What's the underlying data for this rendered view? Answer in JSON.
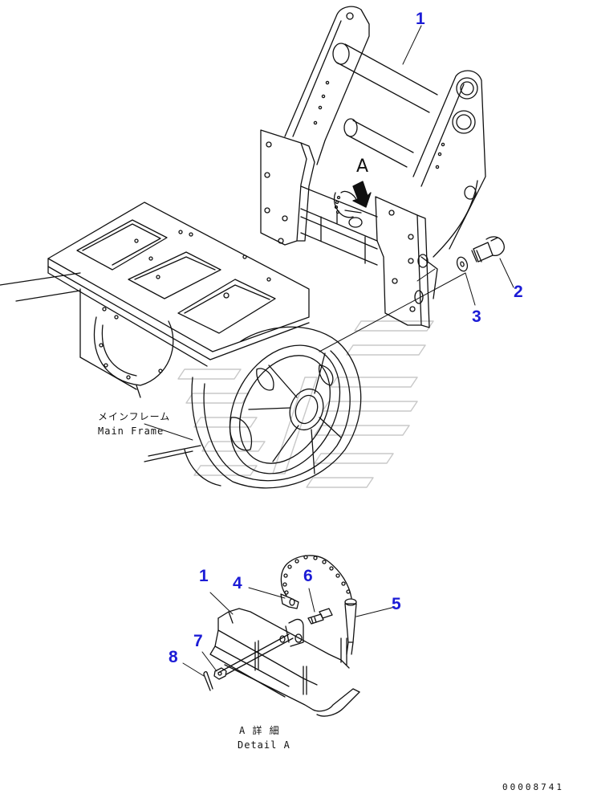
{
  "callouts": {
    "c1_top": "1",
    "c2": "2",
    "c3": "3",
    "c1_detail": "1",
    "c4": "4",
    "c5": "5",
    "c6": "6",
    "c7": "7",
    "c8": "8"
  },
  "view_marker": "A",
  "main_frame_label": {
    "japanese": "メインフレーム",
    "english": "Main Frame"
  },
  "detail_label": {
    "japanese": "A 詳 細",
    "english": "Detail A"
  },
  "reference_number": "00008741",
  "colors": {
    "callout": "#1c1cd6",
    "line": "#111111",
    "watermark": "#cfcfcf"
  }
}
